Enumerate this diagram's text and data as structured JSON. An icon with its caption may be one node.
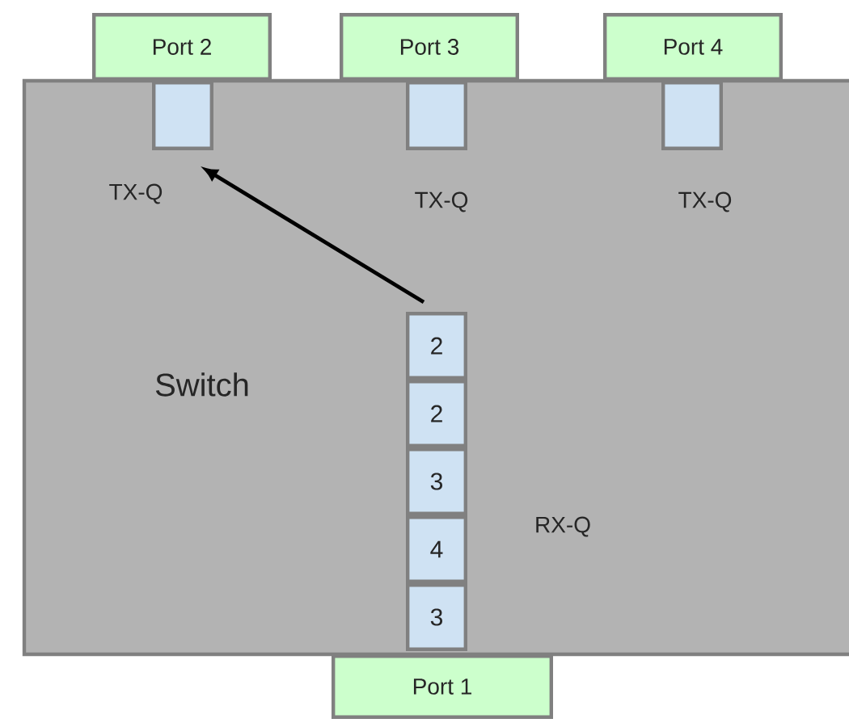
{
  "diagram": {
    "nodes": [
      {
        "text": [
          "Switch"
        ]
      },
      {
        "text": [
          "Port 2"
        ]
      },
      {
        "text": [
          "Port 3"
        ]
      },
      {
        "text": [
          "Port 4"
        ]
      },
      {
        "text": [],
        "shape": "box",
        "in": 0,
        "beside": [
          "TX-Q"
        ]
      },
      {
        "text": [],
        "shape": "box",
        "in": 0,
        "beside": [
          "TX-Q"
        ]
      },
      {
        "text": [],
        "shape": "box",
        "in": 0,
        "beside": [
          "TX-Q"
        ]
      },
      {
        "text": [
          "2"
        ],
        "in": 0
      },
      {
        "text": [
          "2"
        ],
        "in": 0
      },
      {
        "text": [
          "3"
        ],
        "in": 0
      },
      {
        "text": [
          "4"
        ],
        "in": 0
      },
      {
        "text": [
          "3"
        ],
        "in": 0
      },
      {
        "text": [
          "Port 1"
        ]
      }
    ],
    "edges": [
      {
        "from": 7,
        "to": 4,
        "arrow": "to"
      }
    ],
    "labels": [
      "RX-Q"
    ]
  }
}
